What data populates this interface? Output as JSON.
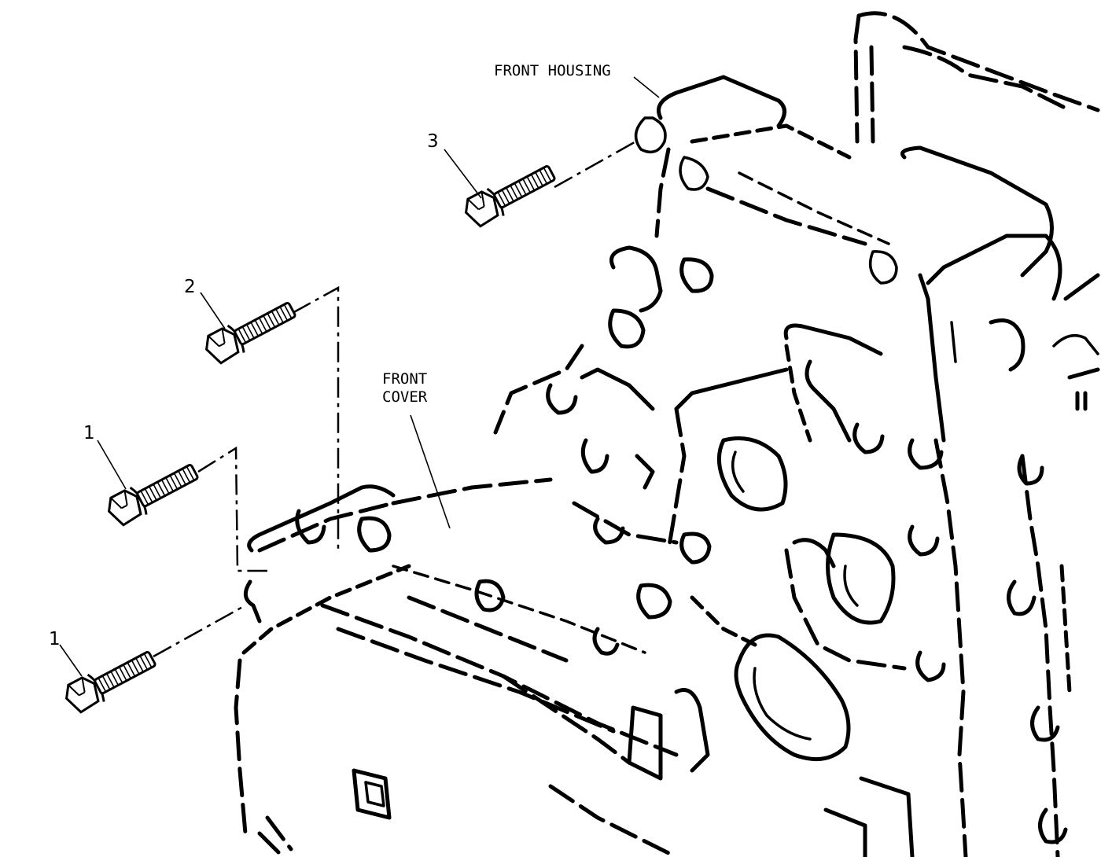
{
  "labels": {
    "front_housing": "FRONT HOUSING",
    "front_cover_line1": "FRONT",
    "front_cover_line2": "COVER"
  },
  "callouts": {
    "bolt_3": "3",
    "bolt_2": "2",
    "bolt_1_upper": "1",
    "bolt_1_lower": "1"
  }
}
